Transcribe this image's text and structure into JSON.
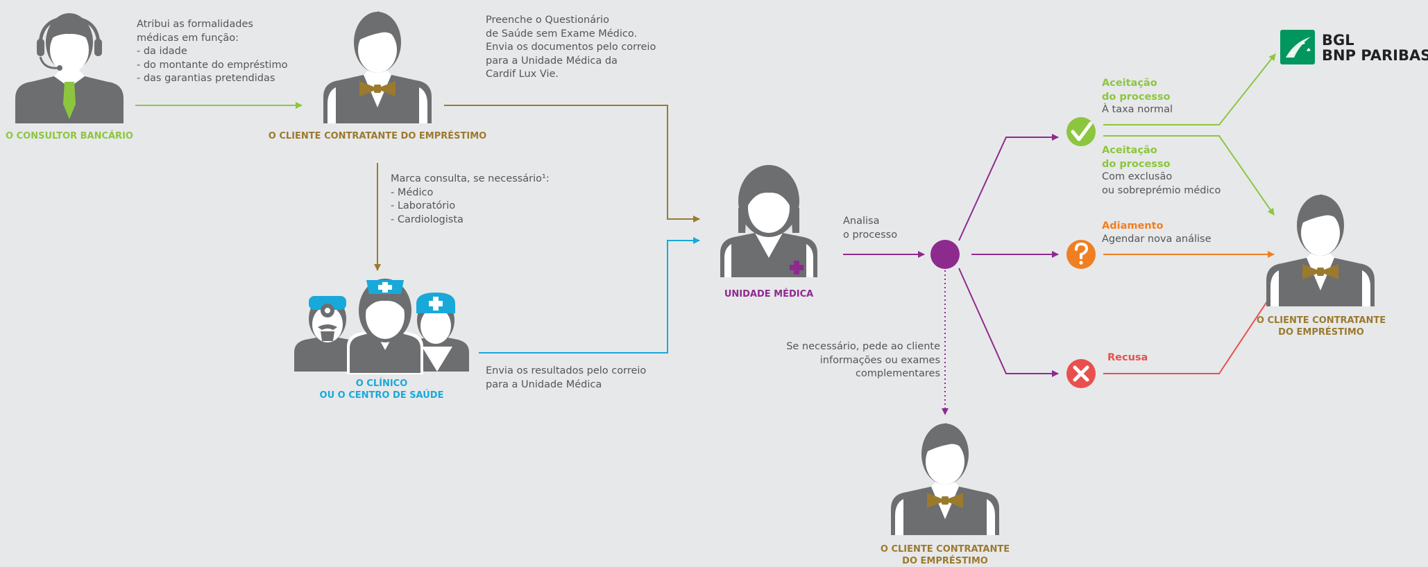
{
  "colors": {
    "background": "#e7e8ea",
    "person_gray": "#6d6e70",
    "green": "#8cc63f",
    "brown": "#9b7a2d",
    "purple": "#8e2a8e",
    "cyan": "#18a9da",
    "orange": "#f07f22",
    "red": "#e9504d",
    "bnp_green": "#00965e"
  },
  "logo": {
    "line1": "BGL",
    "line2": "BNP PARIBAS"
  },
  "roles": {
    "consultor": "O CONSULTOR BANCÁRIO",
    "cliente_top": "O CLIENTE CONTRATANTE DO EMPRÉSTIMO",
    "clinico": "O CLÍNICO\nOU O CENTRO DE SAÚDE",
    "unidade": "UNIDADE MÉDICA",
    "cliente_right": "O CLIENTE CONTRATANTE\nDO EMPRÉSTIMO",
    "cliente_bottom": "O CLIENTE CONTRATANTE\nDO EMPRÉSTIMO"
  },
  "texts": {
    "atribui": "Atribui as formalidades\nmédicas em função:\n- da idade\n- do montante do empréstimo\n- das garantias pretendidas",
    "preenche": "Preenche o Questionário\nde Saúde sem Exame Médico.\nEnvia os documentos pelo correio\npara a Unidade Médica da\nCardif Lux Vie.",
    "marca": "Marca consulta, se necessário¹:\n- Médico\n- Laboratório\n- Cardiologista",
    "envia": "Envia os resultados pelo correio\npara a Unidade Médica",
    "analisa": "Analisa\no processo",
    "se_necessario": "Se necessário, pede ao cliente\ninformações ou exames\ncomplementares"
  },
  "outcomes": {
    "aceitacao1_title": "Aceitação\ndo processo",
    "aceitacao1_desc": "À taxa normal",
    "aceitacao2_title": "Aceitação\ndo processo",
    "aceitacao2_desc": "Com exclusão\nou sobreprémio médico",
    "adiamento_title": "Adiamento",
    "adiamento_desc": "Agendar nova análise",
    "recusa_title": "Recusa"
  }
}
